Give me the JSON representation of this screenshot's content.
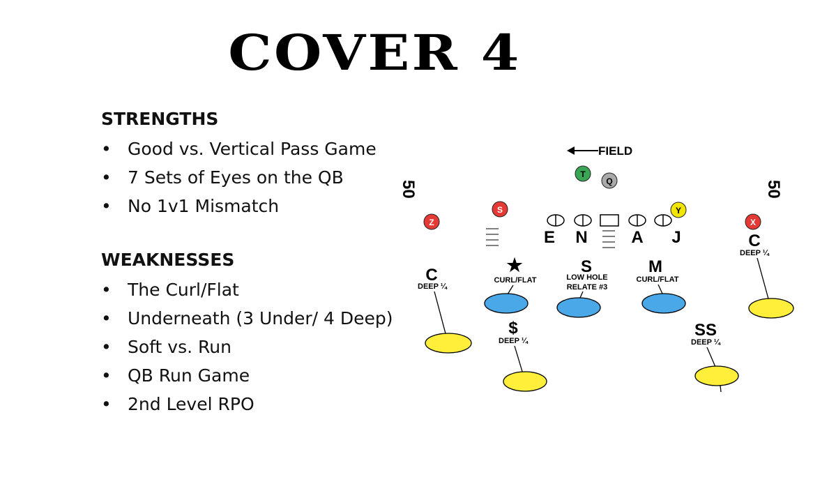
{
  "title": "COVER 4",
  "strengths": {
    "heading": "STRENGTHS",
    "items": [
      "Good vs. Vertical Pass Game",
      "7 Sets of Eyes on the QB",
      "No 1v1 Mismatch"
    ]
  },
  "weaknesses": {
    "heading": "WEAKNESSES",
    "items": [
      "The Curl/Flat",
      "Underneath (3 Under/ 4 Deep)",
      "Soft vs. Run",
      "QB Run Game",
      "2nd Level RPO"
    ]
  },
  "bullet_char": "•",
  "diagram": {
    "field_arrow_label": "FIELD",
    "yard_markers": [
      "50",
      "50"
    ],
    "offense": {
      "T": {
        "label": "T",
        "color": "#3aa655"
      },
      "Q": {
        "label": "Q",
        "color": "#aaaaaa"
      },
      "Y": {
        "label": "Y",
        "color": "#f2e600"
      },
      "S": {
        "label": "S",
        "color": "#e53935"
      },
      "Z": {
        "label": "Z",
        "color": "#e53935"
      },
      "X": {
        "label": "X",
        "color": "#e53935"
      }
    },
    "front_labels": [
      "E",
      "N",
      "A",
      "J"
    ],
    "defenders": {
      "left_corner": {
        "label": "C",
        "zone": "DEEP ¼"
      },
      "right_corner": {
        "label": "C",
        "zone": "DEEP ¼"
      },
      "star": {
        "label": "★",
        "zone": "CURL/FLAT"
      },
      "sam": {
        "label": "S",
        "zone_line1": "LOW HOLE",
        "zone_line2": "RELATE #3"
      },
      "mike": {
        "label": "M",
        "zone": "CURL/FLAT"
      },
      "free_safety": {
        "label": "$",
        "zone": "DEEP ¼"
      },
      "strong_safety": {
        "label": "SS",
        "zone": "DEEP ¼"
      }
    },
    "colors": {
      "deep_zone": "#ffef3a",
      "under_zone": "#4aa8e8",
      "line": "#000000"
    }
  }
}
